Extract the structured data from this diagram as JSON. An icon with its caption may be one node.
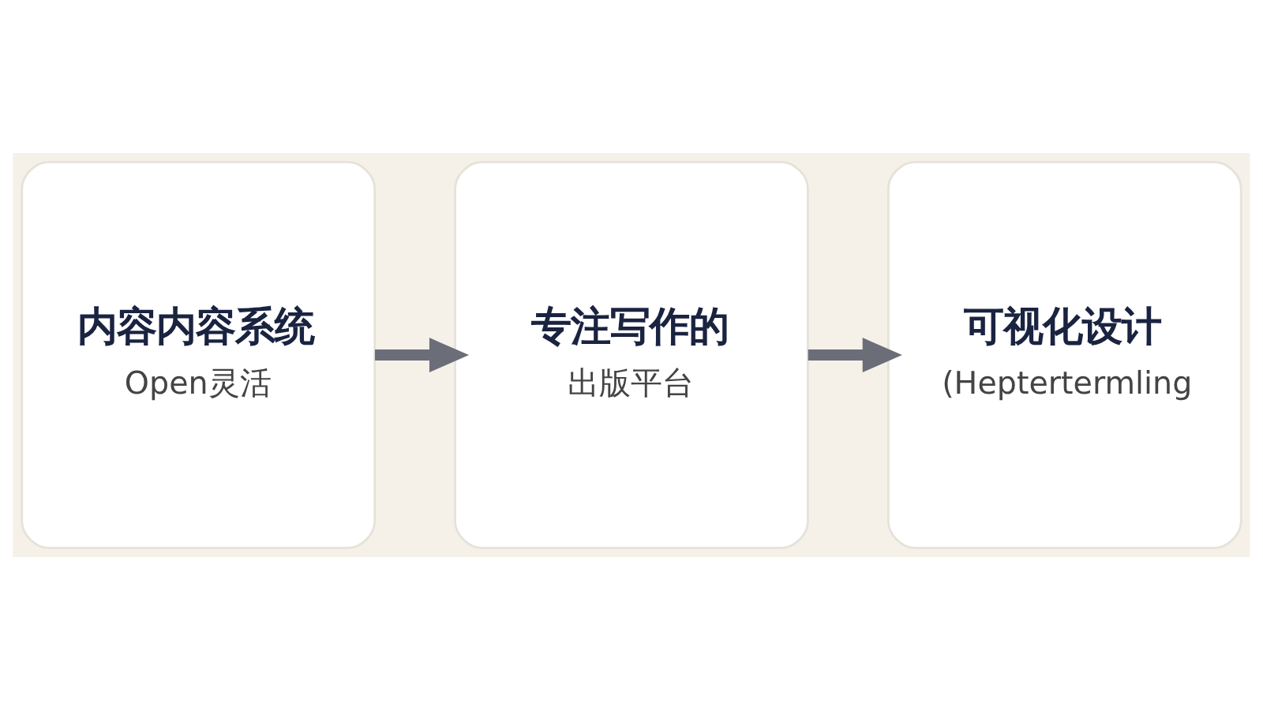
{
  "diagram": {
    "nodes": [
      {
        "text": [
          "内容内容系统",
          "Open灵活"
        ]
      },
      {
        "text": [
          "专注写作的",
          "出版平台"
        ]
      },
      {
        "text": [
          "可视化设计",
          "(Heptertermling"
        ]
      }
    ],
    "edges": [
      {
        "from": 0,
        "to": 1,
        "arrow": "to"
      },
      {
        "from": 1,
        "to": 2,
        "arrow": "to"
      }
    ]
  }
}
